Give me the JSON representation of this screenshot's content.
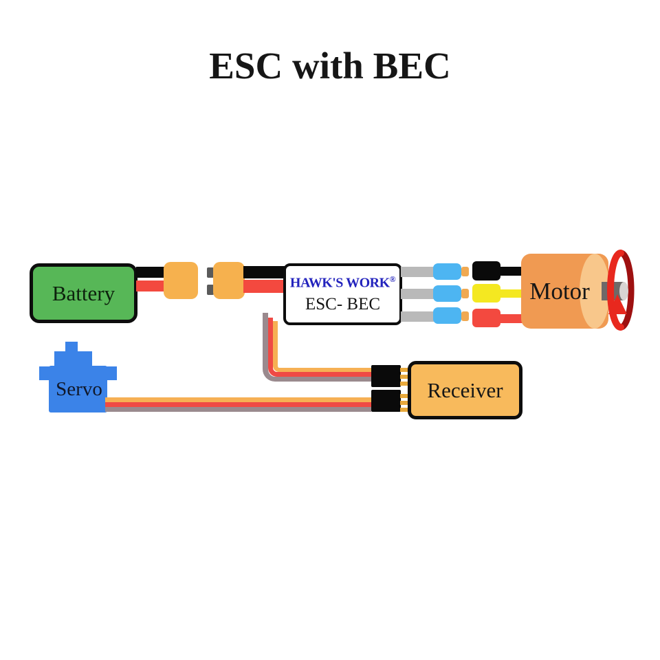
{
  "title": "ESC with BEC",
  "components": {
    "battery": {
      "label": "Battery"
    },
    "esc": {
      "brand": "HAWK'S WORK",
      "registered_mark": "®",
      "model": "ESC- BEC"
    },
    "motor": {
      "label": "Motor"
    },
    "servo": {
      "label": "Servo"
    },
    "receiver": {
      "label": "Receiver"
    }
  },
  "colors": {
    "battery_green": "#57b757",
    "connector_orange": "#f6b14e",
    "servo_blue": "#3b83e8",
    "bullet_blue": "#4db5f2",
    "receiver_orange": "#f8ba5c",
    "motor_orange": "#f09a52",
    "motor_cap_orange": "#f8c78b",
    "wire_black": "#0a0a0a",
    "wire_red": "#f3493f",
    "wire_yellow": "#f4e821",
    "phase_wire_gray": "#b9b9b9",
    "signal_orange": "#f6b054",
    "signal_red": "#ef4a45",
    "signal_gray": "#9a8a8e",
    "brand_blue": "#2323bd",
    "rotation_red": "#e8281e",
    "rotation_dark_red": "#9e1010"
  }
}
